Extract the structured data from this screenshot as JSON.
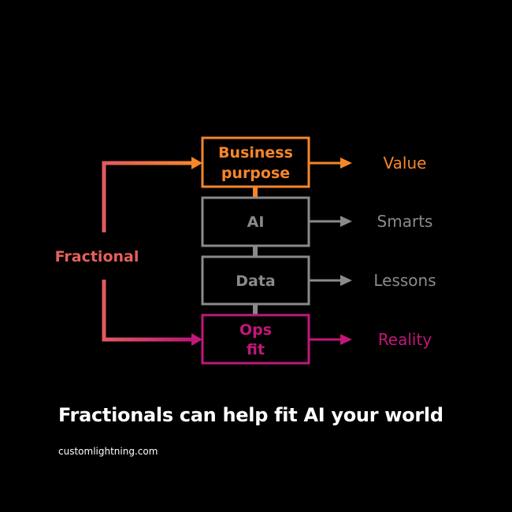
{
  "diagram": {
    "side_label": "Fractional",
    "boxes": [
      {
        "line1": "Business",
        "line2": "purpose",
        "output": "Value"
      },
      {
        "line1": "AI",
        "line2": "",
        "output": "Smarts"
      },
      {
        "line1": "Data",
        "line2": "",
        "output": "Lessons"
      },
      {
        "line1": "Ops",
        "line2": "fit",
        "output": "Reality"
      }
    ]
  },
  "headline": "Fractionals can help fit AI your world",
  "website": "customlightning.com",
  "colors": {
    "background": "#000000",
    "orange": "#f7862a",
    "gray": "#8a8a8a",
    "magenta": "#c1177a",
    "coral": "#e5605e"
  }
}
